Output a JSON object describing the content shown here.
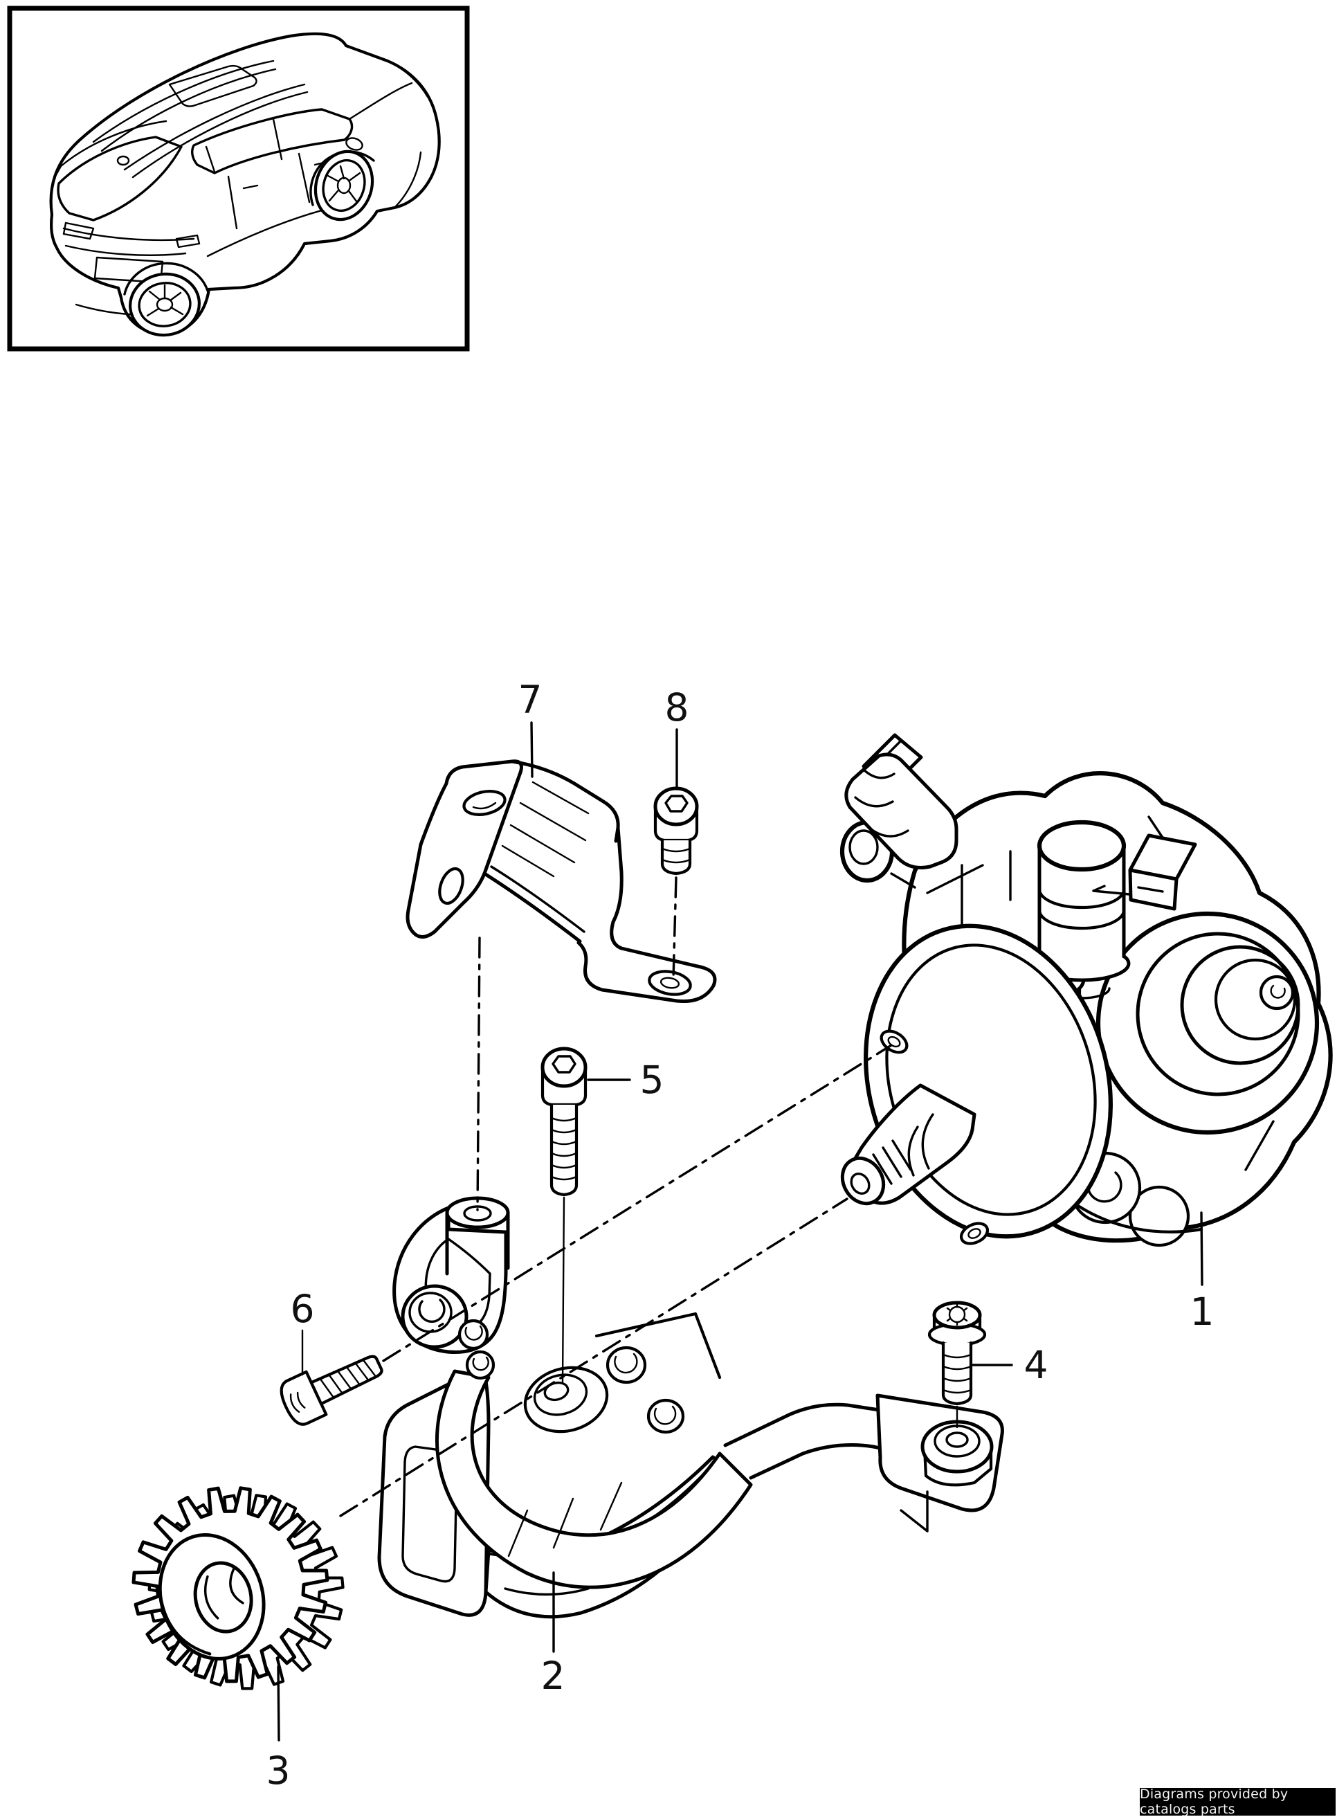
{
  "page": {
    "background_color": "#ffffff",
    "ink_color": "#000000"
  },
  "vehicle_thumbnail": {
    "icon_name": "suv-rear-three-quarter-outline"
  },
  "diagram": {
    "callouts": [
      {
        "label": "1"
      },
      {
        "label": "2"
      },
      {
        "label": "3"
      },
      {
        "label": "4"
      },
      {
        "label": "5"
      },
      {
        "label": "6"
      },
      {
        "label": "7"
      },
      {
        "label": "8"
      }
    ]
  },
  "watermark": {
    "text": "Diagrams provided by catalogs parts",
    "background_color": "#000000",
    "text_color": "#f2f2f2"
  }
}
